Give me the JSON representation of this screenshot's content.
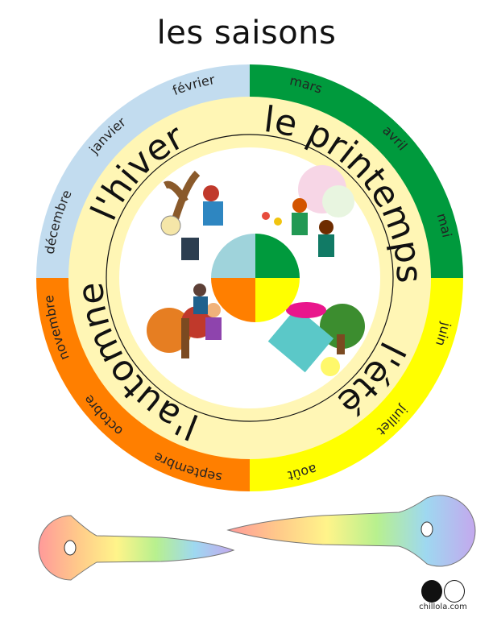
{
  "title": "les saisons",
  "seasons": {
    "winter": "l'hiver",
    "spring": "le printemps",
    "summer": "l'été",
    "autumn": "l'automne"
  },
  "months": [
    "mars",
    "avril",
    "mai",
    "juin",
    "juillet",
    "août",
    "septembre",
    "octobre",
    "novembre",
    "décembre",
    "janvier",
    "février"
  ],
  "colors": {
    "winter": "#c2dcef",
    "spring": "#009a3d",
    "summer": "#ffff00",
    "autumn": "#ff7f00",
    "ring": "#fff6b5"
  },
  "logo": "chillola.com"
}
